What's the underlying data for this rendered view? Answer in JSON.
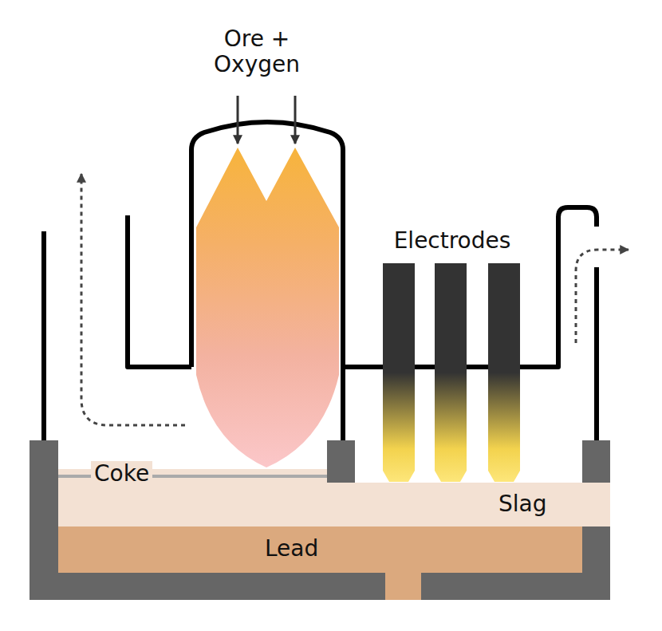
{
  "diagram": {
    "nodes": [
      {
        "text": [
          "Slag"
        ]
      },
      {
        "text": [
          "Lead"
        ]
      }
    ],
    "labels": [
      "Ore + Oxygen",
      "Electrodes",
      "Coke"
    ]
  }
}
